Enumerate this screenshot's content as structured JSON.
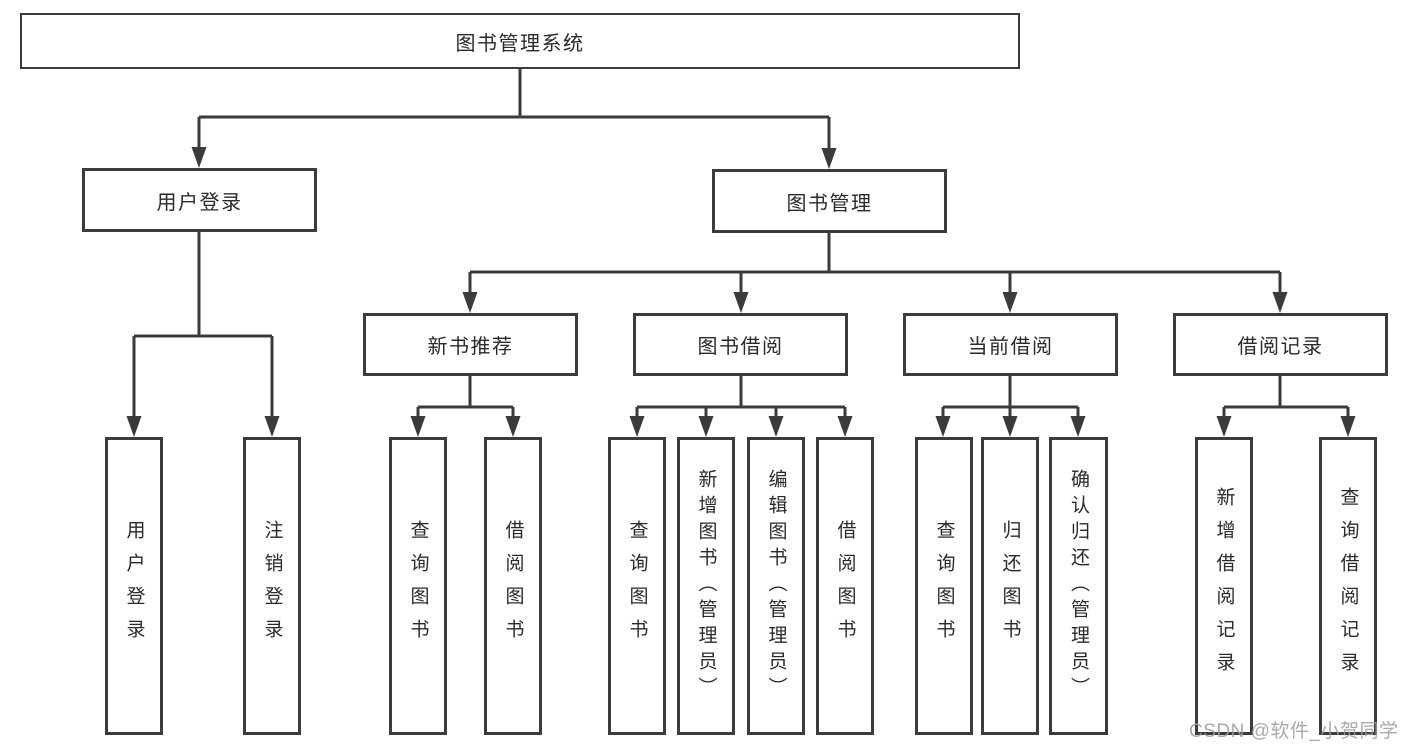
{
  "diagram": {
    "colors": {
      "line": "#3b3b3b",
      "box_border": "#3b3b3b",
      "text": "#2a2a2a",
      "background": "#ffffff",
      "watermark": "#9e9e9e"
    },
    "watermark": "CSDN @软件_小贺同学",
    "nodes": {
      "root": {
        "label": "图书管理系统"
      },
      "l2": [
        {
          "label": "用户登录"
        },
        {
          "label": "图书管理"
        }
      ],
      "l3": [
        {
          "label": "新书推荐"
        },
        {
          "label": "图书借阅"
        },
        {
          "label": "当前借阅"
        },
        {
          "label": "借阅记录"
        }
      ],
      "leaves": [
        {
          "label": "用户登录"
        },
        {
          "label": "注销登录"
        },
        {
          "label": "查询图书"
        },
        {
          "label": "借阅图书"
        },
        {
          "label": "查询图书"
        },
        {
          "label": "新增图书（管理员）"
        },
        {
          "label": "编辑图书（管理员）"
        },
        {
          "label": "借阅图书"
        },
        {
          "label": "查询图书"
        },
        {
          "label": "归还图书"
        },
        {
          "label": "确认归还（管理员）"
        },
        {
          "label": "新增借阅记录"
        },
        {
          "label": "查询借阅记录"
        }
      ]
    }
  }
}
